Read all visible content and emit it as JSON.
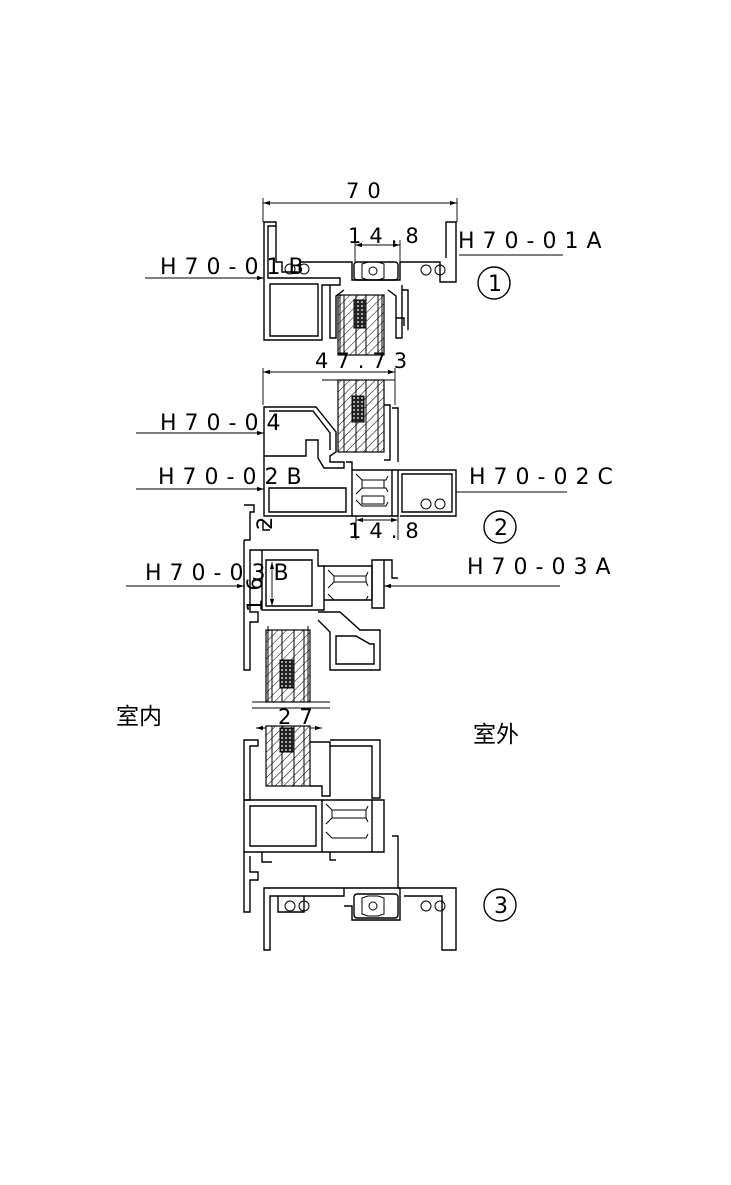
{
  "dimensions": {
    "frame_width": "70",
    "top_offset": "14.8",
    "sash_width": "47.73",
    "mid_offset": "14.8",
    "vertical_2": "2",
    "vertical_16": "16",
    "glass_27": "27"
  },
  "profile_labels": {
    "h70_01a": "H70-01A",
    "h70_01b": "H70-01B",
    "h70_04": "H70-04",
    "h70_02b": "H70-02B",
    "h70_02c": "H70-02C",
    "h70_03b": "H70-03B",
    "h70_03a": "H70-03A"
  },
  "section_markers": {
    "one": "1",
    "two": "2",
    "three": "3"
  },
  "side_labels": {
    "indoor": "室内",
    "outdoor": "室外"
  }
}
